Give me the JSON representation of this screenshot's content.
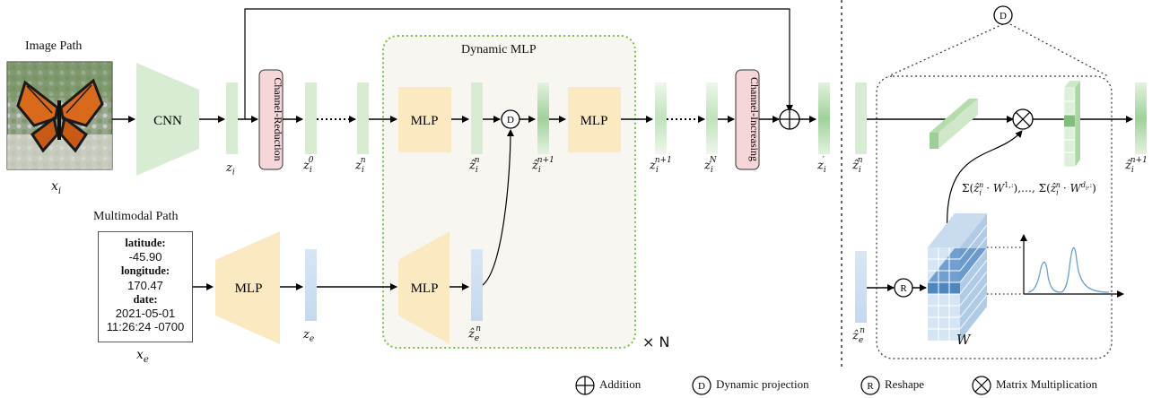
{
  "image_path": {
    "title": "Image Path",
    "input_label": "x_i",
    "cnn_label": "CNN",
    "z_i": "z_i",
    "channel_reduction": "Channel-Reduction",
    "z_i0": "z_i^0",
    "z_in": "z_i^n"
  },
  "dynamic_mlp": {
    "title": "Dynamic MLP",
    "mlp_label": "MLP",
    "zhat_in": "ẑ_i^n",
    "zhat_in1": "ẑ_i^{n+1}",
    "zhat_en": "ẑ_e^n",
    "repeat": "× N",
    "d_symbol": "D"
  },
  "after": {
    "z_in1": "z_i^{n+1}",
    "z_iN": "z_i^N",
    "channel_increasing": "Channel-Increasing",
    "z_iprime": "z_i'"
  },
  "multimodal_path": {
    "title": "Multimodal Path",
    "latitude_label": "latitude:",
    "latitude_value": "-45.90",
    "longitude_label": "longitude:",
    "longitude_value": "170.47",
    "date_label": "date:",
    "date_value": "2021-05-01",
    "time_value": "11:26:24 -0700",
    "input_label": "x_e",
    "mlp_label": "MLP",
    "z_e": "z_e"
  },
  "detail": {
    "d_symbol": "D",
    "r_symbol": "R",
    "zhat_in": "ẑ_i^n",
    "zhat_in1": "ẑ_i^{n+1}",
    "zhat_en": "ẑ_e^n",
    "sum_formula": "Σ(ẑ_i^n · W^{1,:}),…, Σ(ẑ_i^n · W^{d_i,:})",
    "W": "W"
  },
  "legend": {
    "addition": "Addition",
    "dynamic_projection": "Dynamic projection",
    "reshape": "Reshape",
    "matrix_multiplication": "Matrix Multiplication",
    "d_symbol": "D",
    "r_symbol": "R"
  },
  "colors": {
    "green_block": "#d8ecd3",
    "green_dark": "#8cc98a",
    "blue_block": "#cfe1f3",
    "blue_dark": "#6f9fcf",
    "yellow_block": "#fbe9c2",
    "pink_block": "#f7d6da",
    "dotted_green": "#7cc24a",
    "dynamic_bg": "#f7f6f1"
  }
}
